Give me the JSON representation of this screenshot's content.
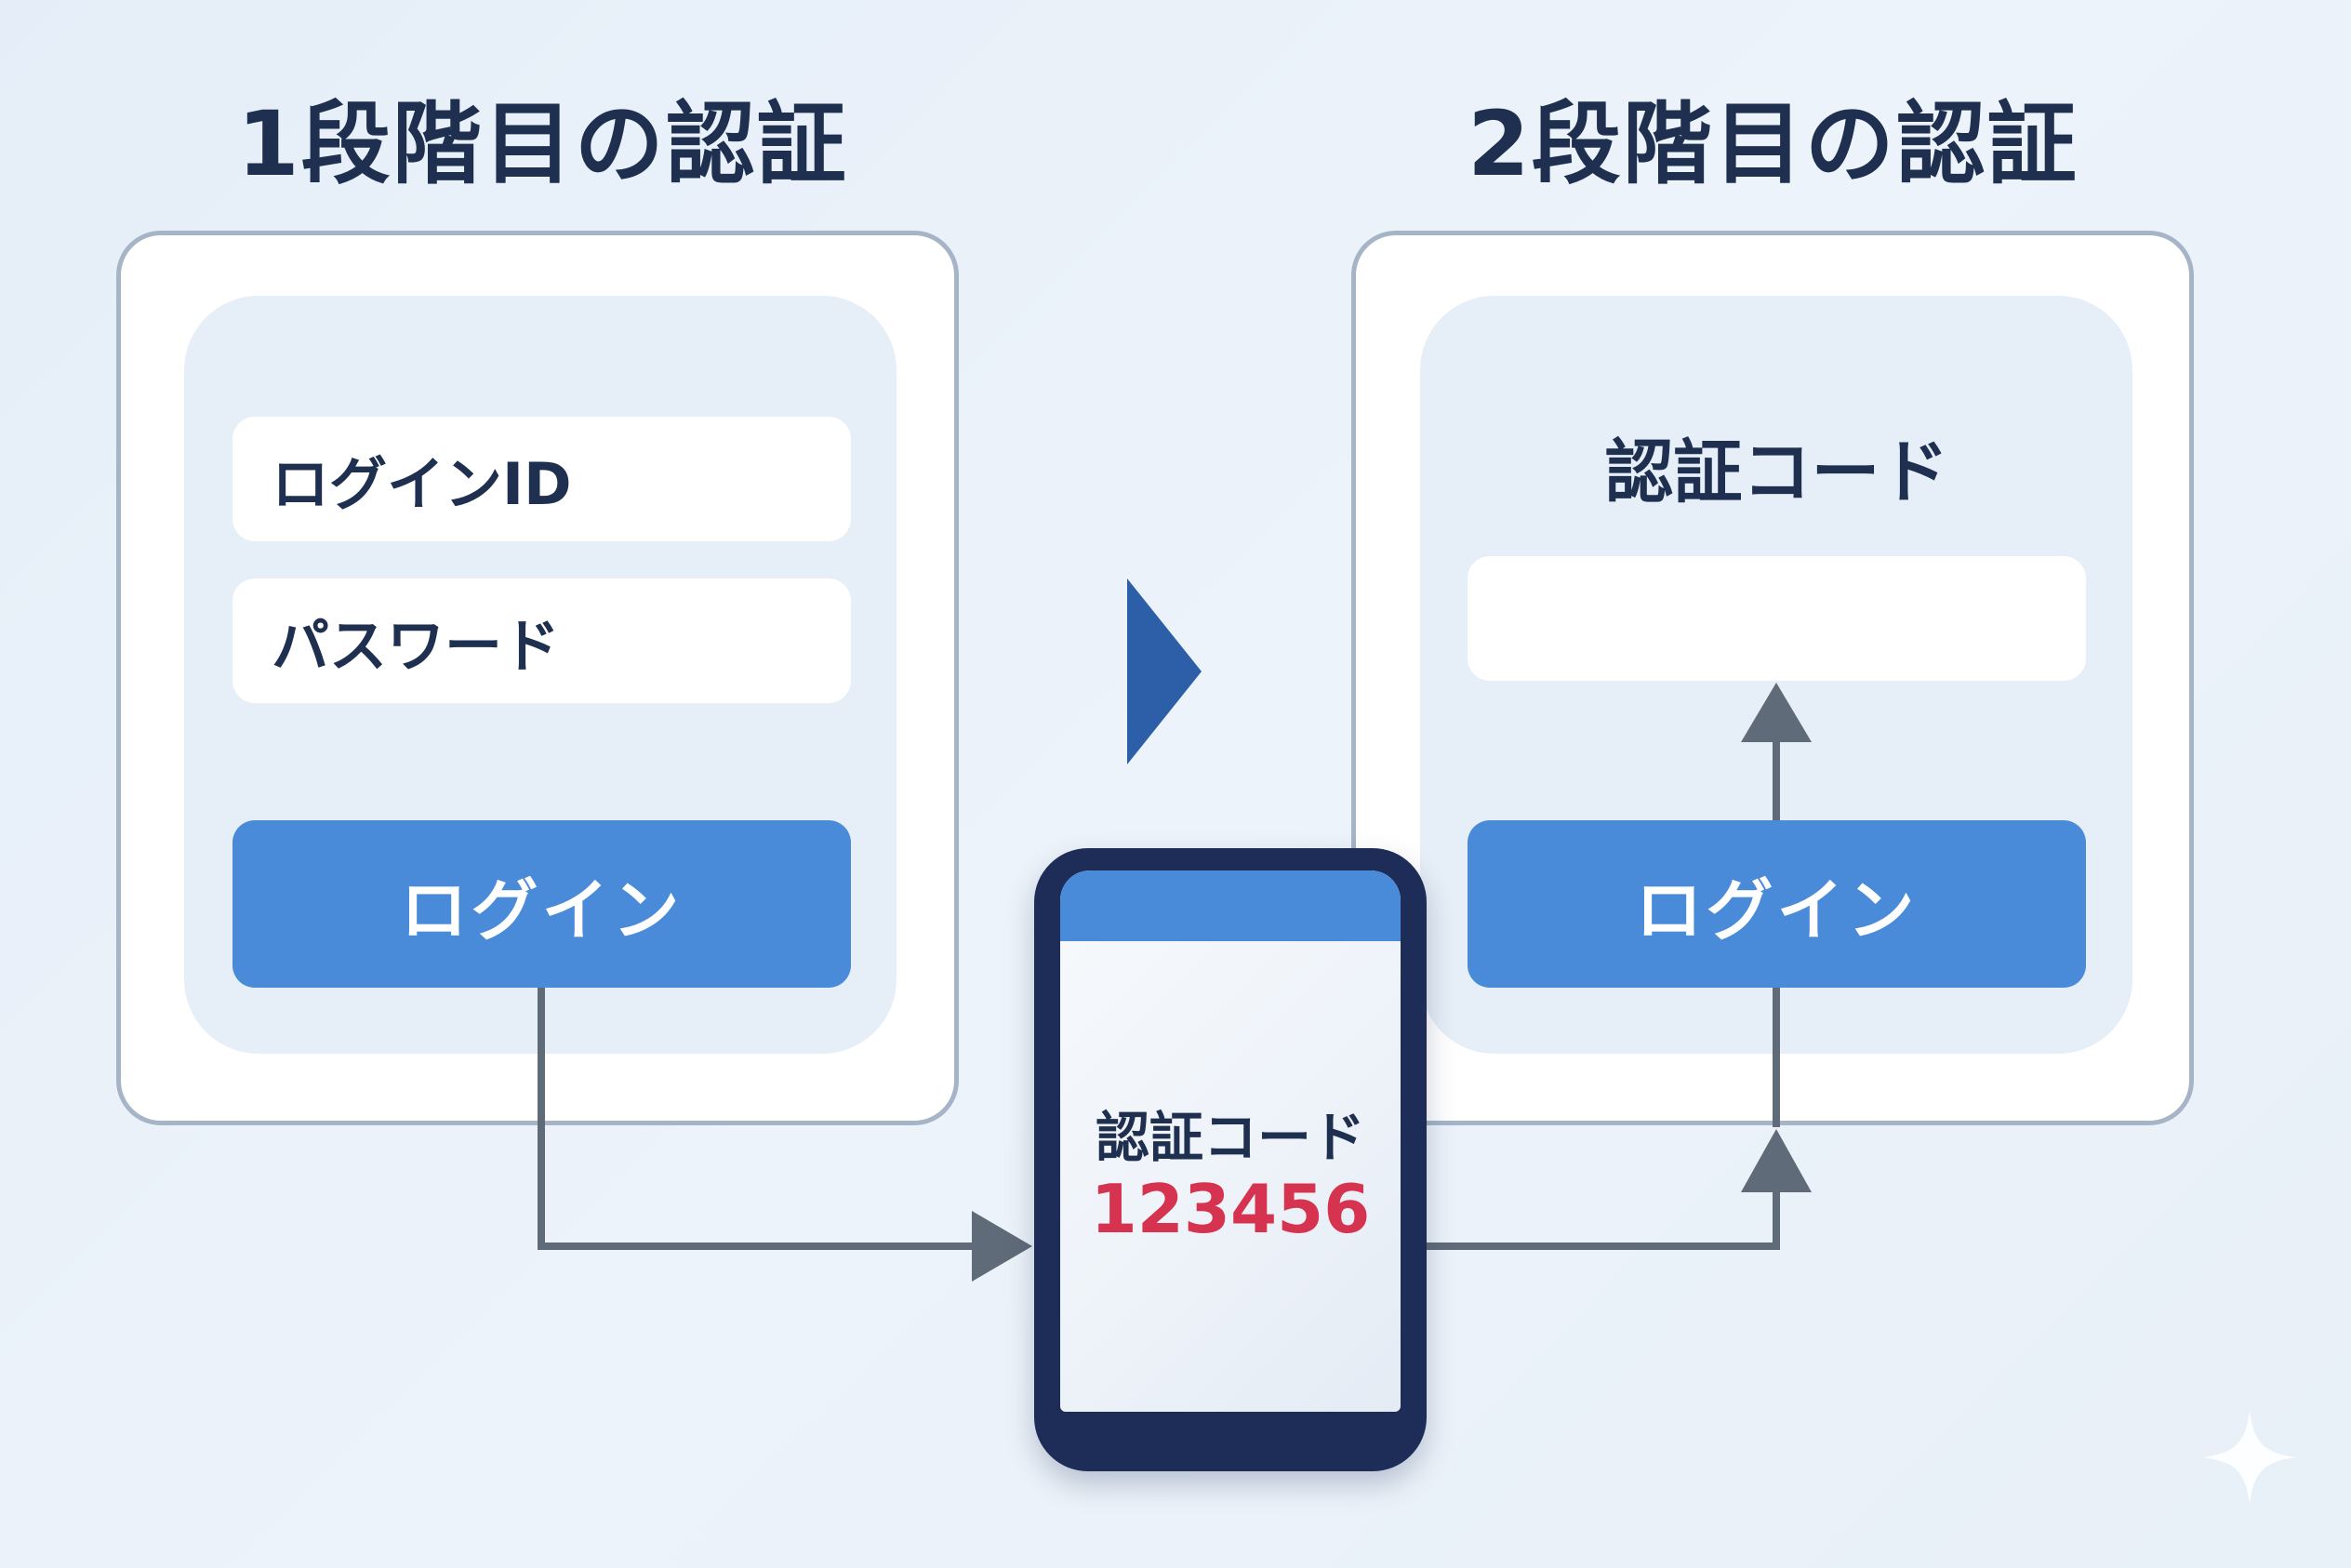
{
  "left_panel": {
    "title": "1段階目の認証",
    "login_id_label": "ログインID",
    "password_label": "パスワード",
    "login_button": "ログイン"
  },
  "right_panel": {
    "title": "2段階目の認証",
    "code_label": "認証コード",
    "code_input_value": "",
    "login_button": "ログイン"
  },
  "phone": {
    "code_label": "認証コード",
    "code_value": "123456"
  },
  "colors": {
    "accent": "#4a8bd9",
    "dark": "#1d2d57",
    "code": "#d5334f",
    "connector": "#5f6b78"
  },
  "icons": {
    "step_arrow": "play-triangle-icon",
    "sparkle": "sparkle-icon"
  }
}
